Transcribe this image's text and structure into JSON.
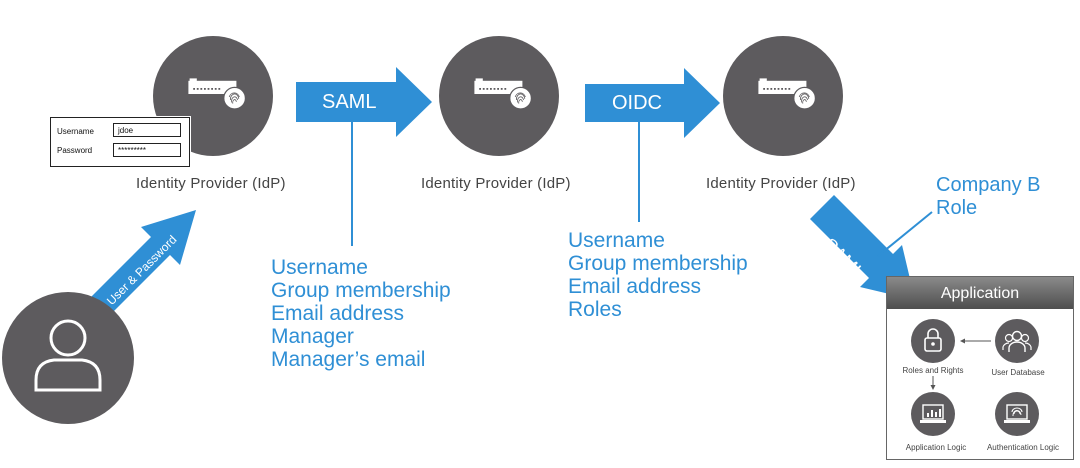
{
  "colors": {
    "accent": "#2f8fd5",
    "node": "#5d5b5e",
    "text": "#444444"
  },
  "login": {
    "username_label": "Username",
    "username_value": "jdoe",
    "password_label": "Password",
    "password_value": "*********"
  },
  "user_arrow": {
    "label": "User & Password"
  },
  "idps": [
    {
      "label": "Identity Provider (IdP)",
      "icon": "network-appliance-fingerprint-icon"
    },
    {
      "label": "Identity Provider (IdP)",
      "icon": "network-appliance-fingerprint-icon"
    },
    {
      "label": "Identity Provider (IdP)",
      "icon": "network-appliance-fingerprint-icon"
    }
  ],
  "arrows": [
    {
      "label": "SAML"
    },
    {
      "label": "OIDC"
    },
    {
      "label": "SAML"
    }
  ],
  "attributes_saml": [
    "Username",
    "Group membership",
    "Email address",
    "Manager",
    "Manager’s email"
  ],
  "attributes_oidc": [
    "Username",
    "Group membership",
    "Email address",
    "Roles"
  ],
  "company_role": {
    "line1": "Company B",
    "line2": "Role"
  },
  "application": {
    "title": "Application",
    "nodes": [
      {
        "label": "Roles and Rights",
        "icon": "padlock-icon"
      },
      {
        "label": "User Database",
        "icon": "users-icon"
      },
      {
        "label": "Application Logic",
        "icon": "laptop-chart-icon"
      },
      {
        "label": "Authentication Logic",
        "icon": "laptop-fingerprint-icon"
      }
    ]
  }
}
